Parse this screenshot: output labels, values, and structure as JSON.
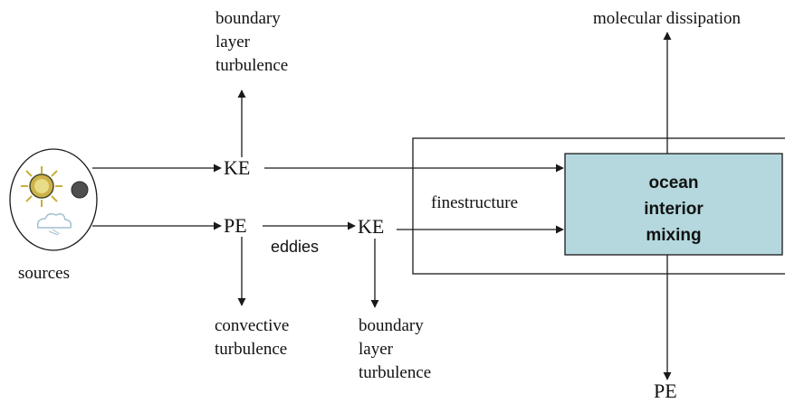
{
  "sources_label": "sources",
  "nodes": {
    "ke_top": "KE",
    "pe": "PE",
    "ke_mid": "KE",
    "pe_bottom": "PE"
  },
  "labels": {
    "boundary_top": [
      "boundary",
      "layer",
      "turbulence"
    ],
    "convective": [
      "convective",
      "turbulence"
    ],
    "boundary_bottom": [
      "boundary",
      "layer",
      "turbulence"
    ],
    "eddies": "eddies",
    "finestructure": "finestructure",
    "molecular": "molecular dissipation"
  },
  "mixing_box": [
    "ocean",
    "interior",
    "mixing"
  ],
  "colors": {
    "mixing_fill": "#b4d8de",
    "line": "#1a1a1a",
    "sun": "#c9b03a",
    "moon": "#555555",
    "cloud": "#9fbfcf"
  }
}
